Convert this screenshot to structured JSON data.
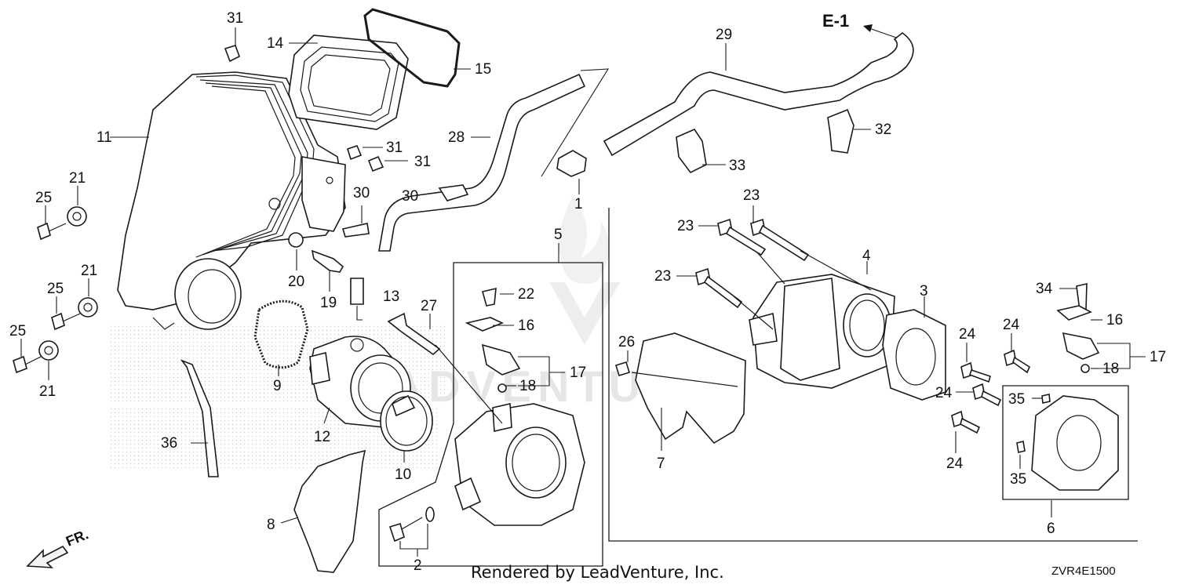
{
  "diagram": {
    "reference_label": "E-1",
    "front_label": "FR.",
    "credit": "Rendered by LeadVenture, Inc.",
    "diagram_code": "ZVR4E1500",
    "watermark_text": "LEADVENTURE",
    "callouts": {
      "c1": "1",
      "c2": "2",
      "c3": "3",
      "c4": "4",
      "c5": "5",
      "c6": "6",
      "c7": "7",
      "c8": "8",
      "c9": "9",
      "c10": "10",
      "c11": "11",
      "c12": "12",
      "c13": "13",
      "c14": "14",
      "c15": "15",
      "c16a": "16",
      "c16b": "16",
      "c17a": "17",
      "c17b": "17",
      "c18a": "18",
      "c18b": "18",
      "c19": "19",
      "c20": "20",
      "c21a": "21",
      "c21b": "21",
      "c21c": "21",
      "c22": "22",
      "c23a": "23",
      "c23b": "23",
      "c23c": "23",
      "c24a": "24",
      "c24b": "24",
      "c24c": "24",
      "c25a": "25",
      "c25b": "25",
      "c25c": "25",
      "c26": "26",
      "c27": "27",
      "c28": "28",
      "c29": "29",
      "c30a": "30",
      "c30b": "30",
      "c31a": "31",
      "c31b": "31",
      "c31c": "31",
      "c32": "32",
      "c33": "33",
      "c34": "34",
      "c35a": "35",
      "c35b": "35",
      "c36": "36"
    }
  }
}
